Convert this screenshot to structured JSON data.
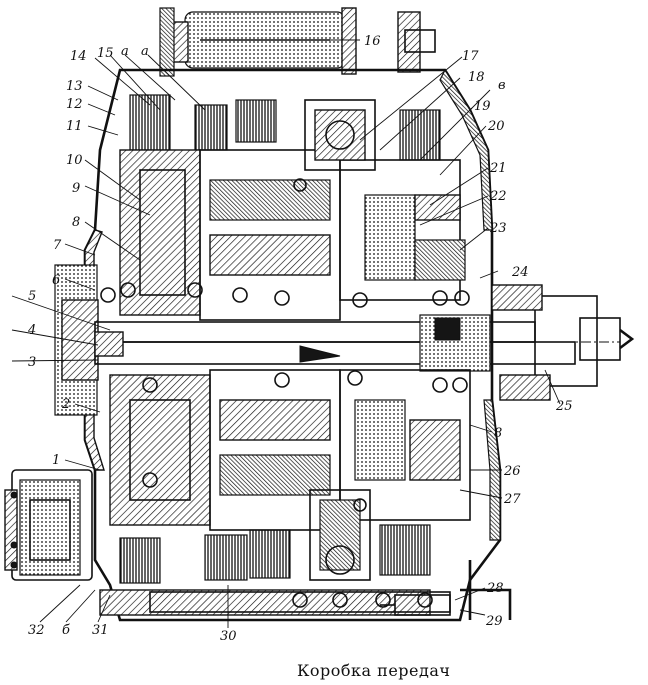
{
  "caption": "Коробка передач",
  "labels": [
    {
      "id": "16",
      "text": "16"
    },
    {
      "id": "14",
      "text": "14"
    },
    {
      "id": "15",
      "text": "15"
    },
    {
      "id": "a1",
      "text": "а"
    },
    {
      "id": "a2",
      "text": "а"
    },
    {
      "id": "17",
      "text": "17"
    },
    {
      "id": "18",
      "text": "18"
    },
    {
      "id": "v",
      "text": "в"
    },
    {
      "id": "13",
      "text": "13"
    },
    {
      "id": "12",
      "text": "12"
    },
    {
      "id": "19",
      "text": "19"
    },
    {
      "id": "11",
      "text": "11"
    },
    {
      "id": "20",
      "text": "20"
    },
    {
      "id": "10",
      "text": "10"
    },
    {
      "id": "21",
      "text": "21"
    },
    {
      "id": "9",
      "text": "9"
    },
    {
      "id": "22",
      "text": "22"
    },
    {
      "id": "8a",
      "text": "8"
    },
    {
      "id": "23",
      "text": "23"
    },
    {
      "id": "7",
      "text": "7"
    },
    {
      "id": "24",
      "text": "24"
    },
    {
      "id": "6",
      "text": "6"
    },
    {
      "id": "5",
      "text": "5"
    },
    {
      "id": "4",
      "text": "4"
    },
    {
      "id": "3",
      "text": "3"
    },
    {
      "id": "25",
      "text": "25"
    },
    {
      "id": "2",
      "text": "2"
    },
    {
      "id": "8b",
      "text": "8"
    },
    {
      "id": "1",
      "text": "1"
    },
    {
      "id": "26",
      "text": "26"
    },
    {
      "id": "27",
      "text": "27"
    },
    {
      "id": "28",
      "text": "28"
    },
    {
      "id": "32",
      "text": "32"
    },
    {
      "id": "b",
      "text": "б"
    },
    {
      "id": "31",
      "text": "31"
    },
    {
      "id": "30",
      "text": "30"
    },
    {
      "id": "29",
      "text": "29"
    }
  ]
}
